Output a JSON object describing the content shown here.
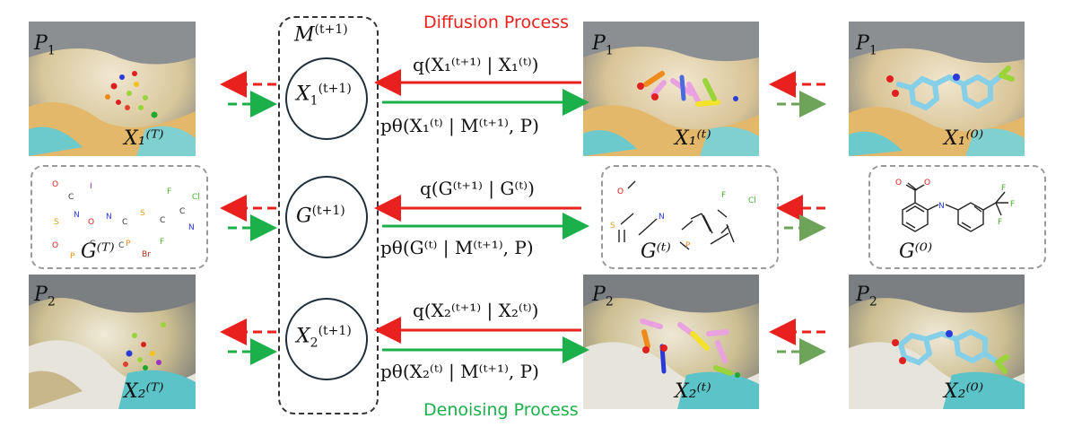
{
  "titles": {
    "forward": "Diffusion Process",
    "reverse": "Denoising Process"
  },
  "colors": {
    "forward": "#e8201e",
    "reverse": "#1bb04a",
    "reverse_right": "#6ea35a",
    "box_border": "#9a9a9a",
    "node_border": "#1f2f3a"
  },
  "center": {
    "joint_label": "M",
    "joint_sup": "(t+1)",
    "nodes": [
      {
        "base": "X",
        "sub": "1",
        "sup": "(t+1)"
      },
      {
        "base": "G",
        "sub": "",
        "sup": "(t+1)"
      },
      {
        "base": "X",
        "sub": "2",
        "sup": "(t+1)"
      }
    ]
  },
  "forward_eqs": [
    "q(X₁⁽ᵗ⁺¹⁾ | X₁⁽ᵗ⁾)",
    "q(G⁽ᵗ⁺¹⁾ | G⁽ᵗ⁾)",
    "q(X₂⁽ᵗ⁺¹⁾ | X₂⁽ᵗ⁾)"
  ],
  "reverse_eqs": [
    "pθ(X₁⁽ᵗ⁾ | M⁽ᵗ⁺¹⁾, P)",
    "pθ(G⁽ᵗ⁾ | M⁽ᵗ⁺¹⁾, P)",
    "pθ(X₂⁽ᵗ⁾ | M⁽ᵗ⁺¹⁾, P)"
  ],
  "pocket_labels": {
    "p1": "P",
    "p1_sub": "1",
    "p2": "P",
    "p2_sub": "2"
  },
  "panel_captions": {
    "left_top": "X₁⁽ᵀ⁾",
    "left_mid": "G⁽ᵀ⁾",
    "left_bot": "X₂⁽ᵀ⁾",
    "mid_top": "X₁⁽ᵗ⁾",
    "mid_mid": "G⁽ᵗ⁾",
    "mid_bot": "X₂⁽ᵗ⁾",
    "right_top": "X₁⁽⁰⁾",
    "right_mid": "G⁽⁰⁾",
    "right_bot": "X₂⁽⁰⁾"
  },
  "noise_atoms": [
    "O",
    "I",
    "F",
    "Cl",
    "C",
    "C",
    "N",
    "N",
    "S",
    "C",
    "O",
    "N",
    "C",
    "C",
    "S",
    "O",
    "C",
    "F",
    "P",
    "P",
    "Br"
  ],
  "mid_atoms": [
    "O",
    "F",
    "Cl",
    "S",
    "N",
    "P"
  ],
  "final_atoms": [
    "O",
    "O",
    "N",
    "F",
    "F",
    "F"
  ]
}
